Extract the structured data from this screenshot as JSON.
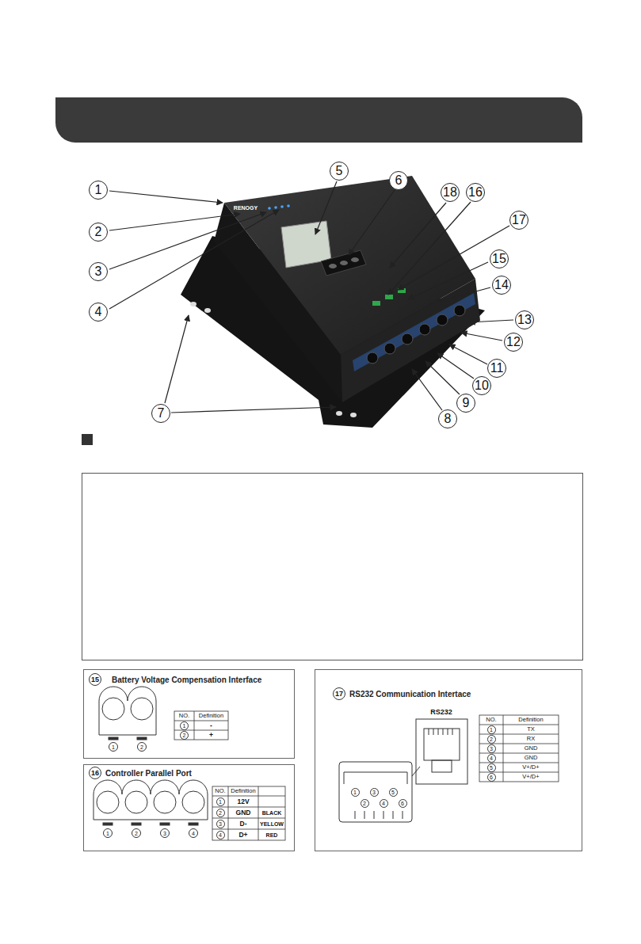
{
  "diagram": {
    "nodes": [
      {
        "text": [
          "Battery Voltage Compensation Interface"
        ]
      },
      {
        "text": [
          "Controller Parallel Port"
        ]
      },
      {
        "text": [
          "RS232 Communication Intertace"
        ]
      }
    ],
    "labels": [
      "1",
      "2",
      "3",
      "4",
      "5",
      "6",
      "7",
      "8",
      "9",
      "10",
      "11",
      "12",
      "13",
      "14",
      "15",
      "16",
      "17",
      "18",
      "RENOGY",
      "15",
      "NO.",
      "Definition",
      "1",
      "-",
      "2",
      "+",
      "1",
      "2",
      "16",
      "NO.",
      "Definition",
      "1",
      "12V",
      "2",
      "GND",
      "BLACK",
      "3",
      "D-",
      "YELLOW",
      "4",
      "D+",
      "RED",
      "1",
      "2",
      "3",
      "4",
      "17",
      "RS232",
      "NO.",
      "Definition",
      "1",
      "TX",
      "2",
      "RX",
      "3",
      "GND",
      "4",
      "GND",
      "5",
      "V+/D+",
      "6",
      "V+/D+",
      "1",
      "2",
      "3",
      "4",
      "5",
      "6"
    ]
  }
}
